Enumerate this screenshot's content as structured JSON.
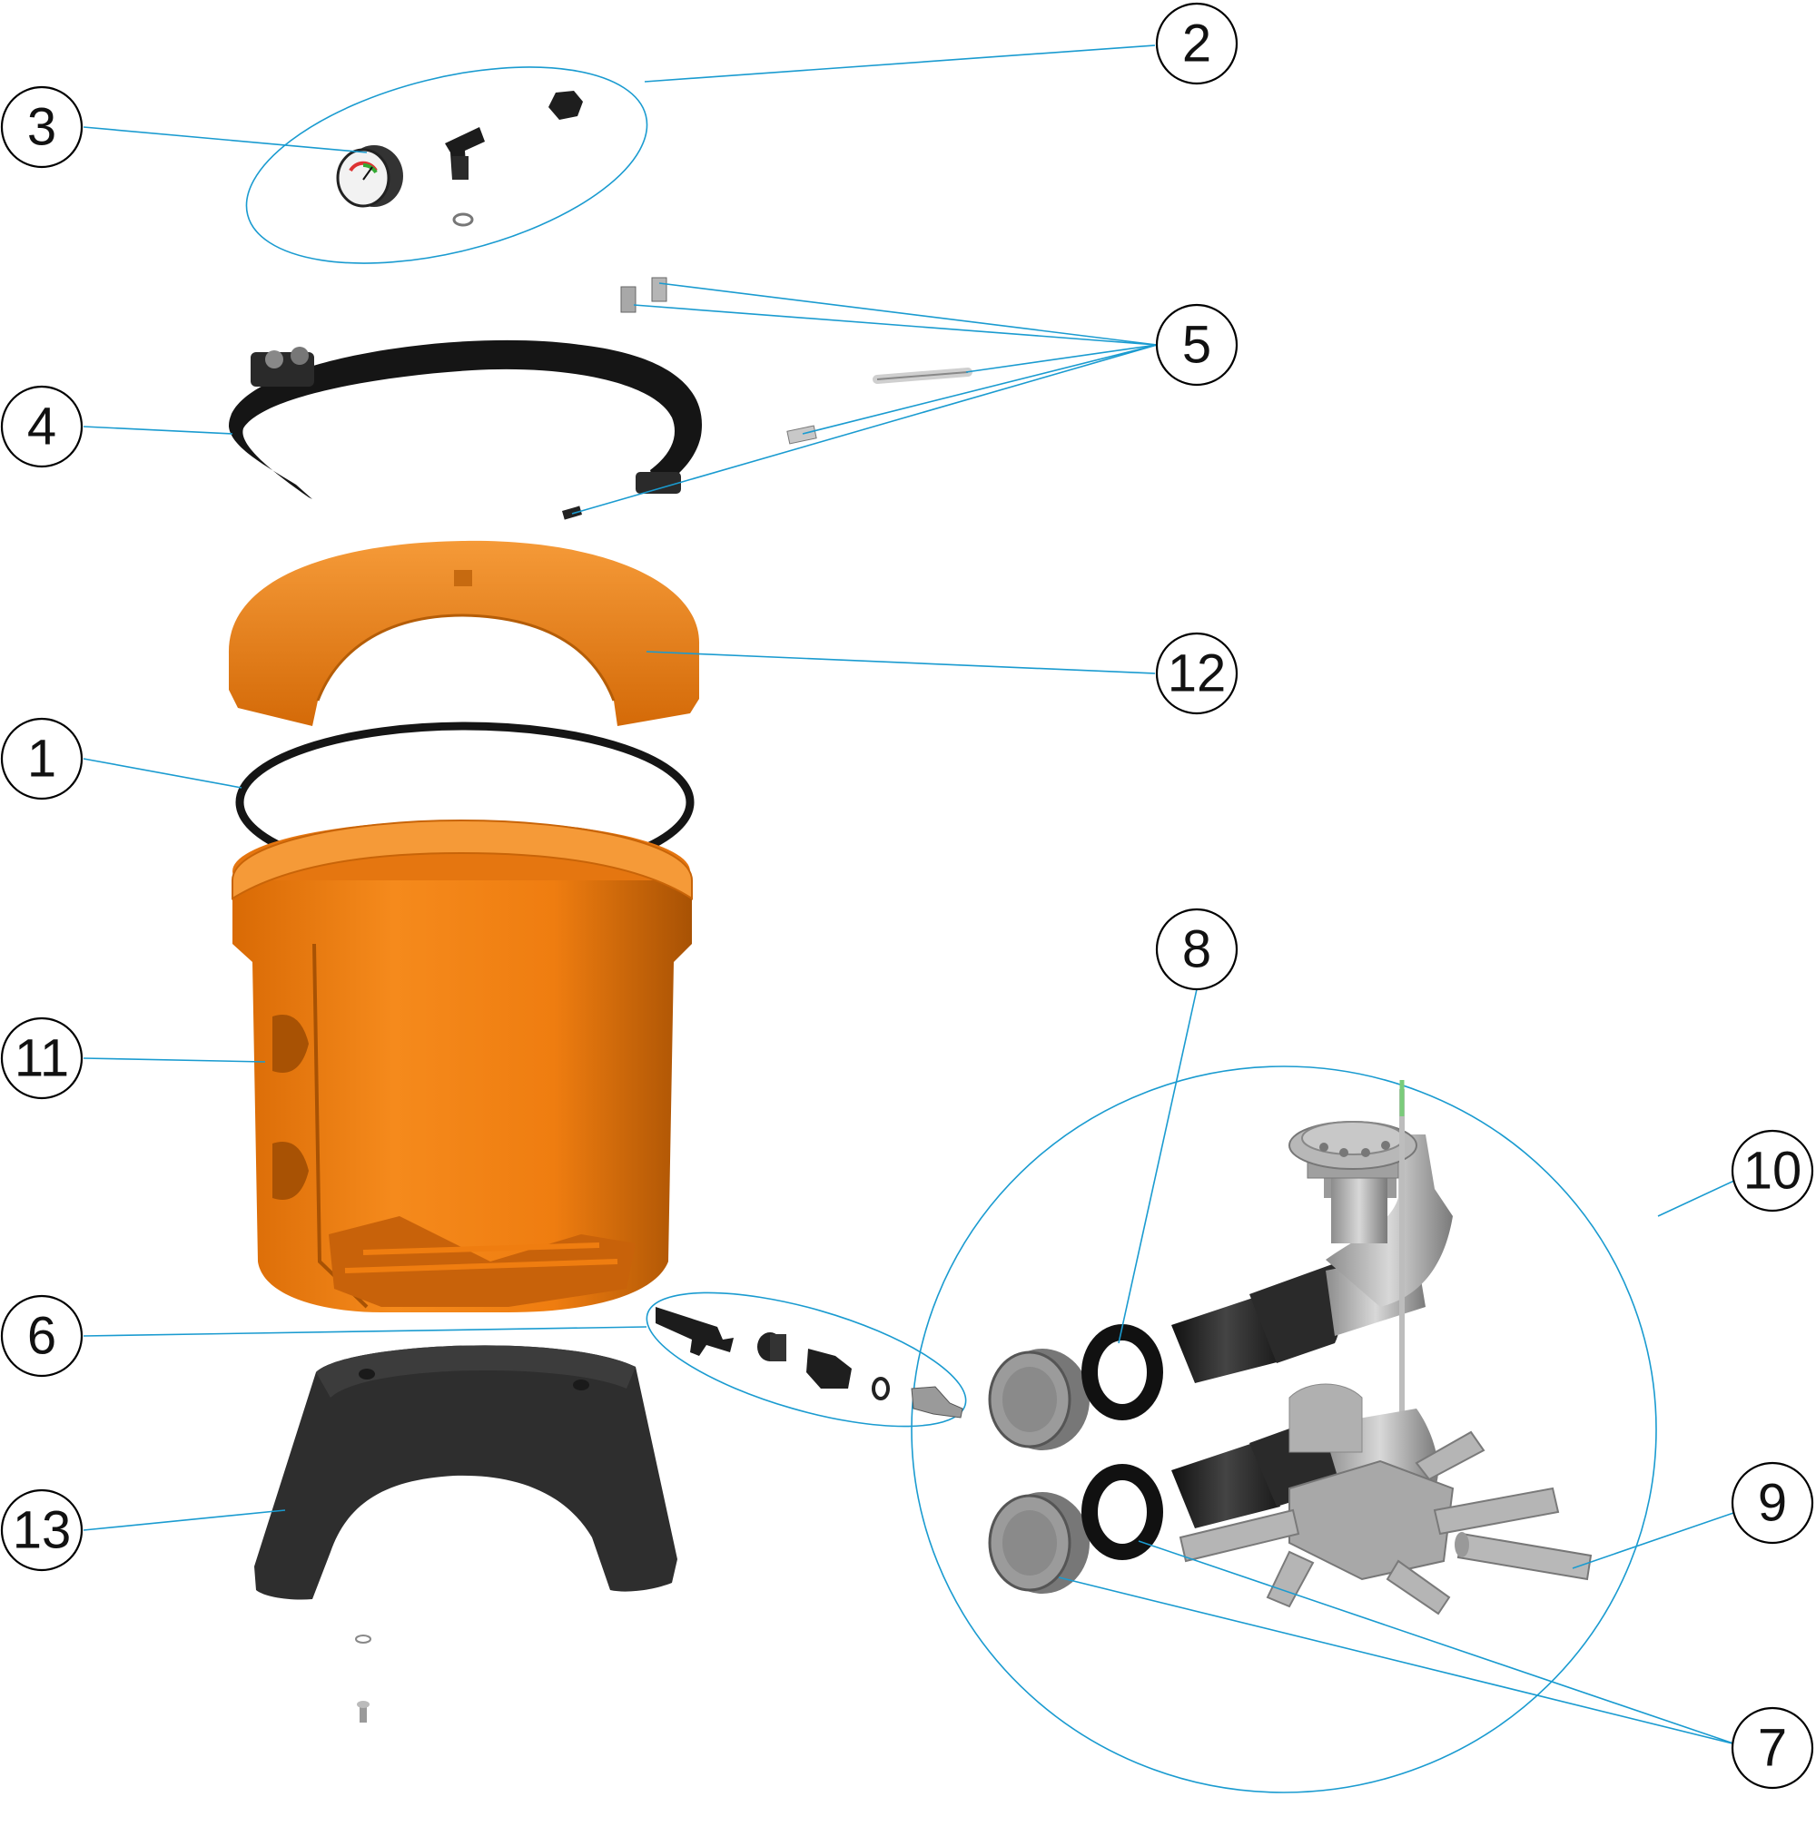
{
  "colors": {
    "leader": "#1a9bd0",
    "tank_orange": "#ef7d10",
    "tank_orange_dark": "#b85a05",
    "dark_part": "#222222",
    "gray_part": "#a8a8a8"
  },
  "callouts": [
    {
      "id": "c1",
      "label": "1",
      "part": "o-ring"
    },
    {
      "id": "c2",
      "label": "2",
      "part": "lid-accessory-kit"
    },
    {
      "id": "c3",
      "label": "3",
      "part": "pressure-gauge"
    },
    {
      "id": "c4",
      "label": "4",
      "part": "clamp-band"
    },
    {
      "id": "c5",
      "label": "5",
      "part": "clamp-hardware"
    },
    {
      "id": "c6",
      "label": "6",
      "part": "drain-kit"
    },
    {
      "id": "c7",
      "label": "7",
      "part": "union-nut"
    },
    {
      "id": "c8",
      "label": "8",
      "part": "union-gasket"
    },
    {
      "id": "c9",
      "label": "9",
      "part": "lateral"
    },
    {
      "id": "c10",
      "label": "10",
      "part": "collector-assembly"
    },
    {
      "id": "c11",
      "label": "11",
      "part": "tank-body"
    },
    {
      "id": "c12",
      "label": "12",
      "part": "tank-top-cover"
    },
    {
      "id": "c13",
      "label": "13",
      "part": "base-stand"
    }
  ]
}
